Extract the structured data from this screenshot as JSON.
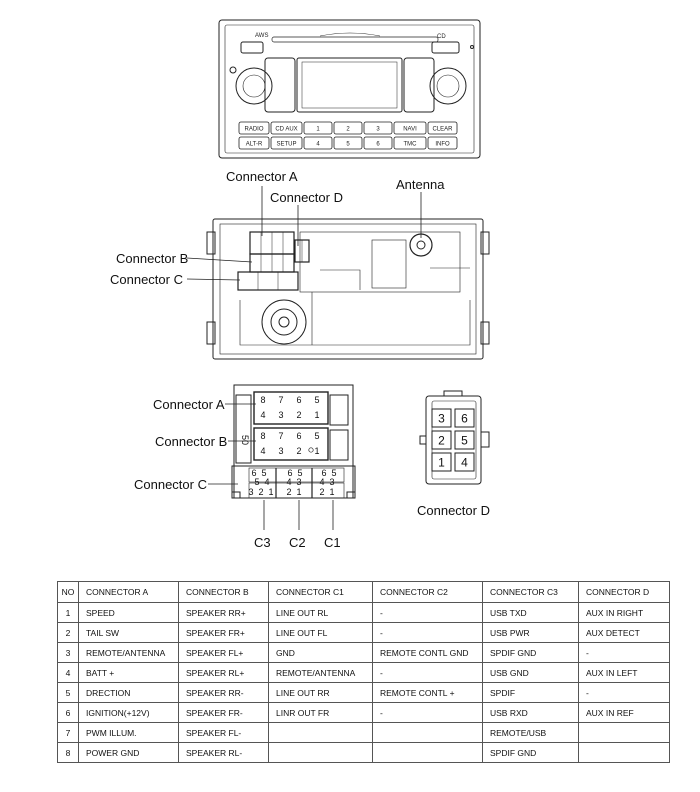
{
  "head_unit": {
    "brand_text": "AWS",
    "cd_text": "CD",
    "buttons_row1": [
      "RADIO",
      "CD AUX",
      "1",
      "2",
      "3",
      "NAVI",
      "CLEAR"
    ],
    "buttons_row2": [
      "ALT-R",
      "SETUP",
      "4",
      "5",
      "6",
      "TMC",
      "INFO"
    ]
  },
  "labels": {
    "connector_a": "Connector A",
    "connector_b": "Connector B",
    "connector_c": "Connector C",
    "connector_d": "Connector D",
    "antenna": "Antenna",
    "c1": "C1",
    "c2": "C2",
    "c3": "C3"
  },
  "connector_a_pins": {
    "top": [
      "8",
      "7",
      "6",
      "5"
    ],
    "bottom": [
      "4",
      "3",
      "2",
      "1"
    ]
  },
  "connector_b_pins": {
    "top": [
      "8",
      "7",
      "6",
      "5"
    ],
    "bottom": [
      "4",
      "3",
      "2",
      "1"
    ]
  },
  "connector_c_pins": {
    "c3": {
      "top": [
        "6",
        "5"
      ],
      "middle": [
        "5",
        "4"
      ],
      "bottom": [
        "3",
        "2",
        "1"
      ]
    },
    "c2": {
      "top": [
        "6",
        "5"
      ],
      "middle": [
        "4",
        "3"
      ],
      "bottom": [
        "2",
        "1"
      ]
    },
    "c1": {
      "top": [
        "6",
        "5"
      ],
      "middle": [
        "4",
        "3"
      ],
      "bottom": [
        "2",
        "1"
      ]
    }
  },
  "connector_b_side_text": "50",
  "connector_d_pins": [
    [
      "3",
      "6"
    ],
    [
      "2",
      "5"
    ],
    [
      "1",
      "4"
    ]
  ],
  "table": {
    "headers": [
      "NO",
      "CONNECTOR A",
      "CONNECTOR B",
      "CONNECTOR C1",
      "CONNECTOR C2",
      "CONNECTOR C3",
      "CONNECTOR D"
    ],
    "rows": [
      [
        "1",
        "SPEED",
        "SPEAKER RR+",
        "LINE OUT RL",
        "-",
        "USB TXD",
        "AUX IN RIGHT"
      ],
      [
        "2",
        "TAIL SW",
        "SPEAKER FR+",
        "LINE OUT FL",
        "-",
        "USB PWR",
        "AUX DETECT"
      ],
      [
        "3",
        "REMOTE/ANTENNA",
        "SPEAKER FL+",
        "GND",
        "REMOTE CONTL GND",
        "SPDIF GND",
        "-"
      ],
      [
        "4",
        "BATT +",
        "SPEAKER RL+",
        "REMOTE/ANTENNA",
        "-",
        "USB GND",
        "AUX IN LEFT"
      ],
      [
        "5",
        "DRECTION",
        "SPEAKER RR-",
        "LINE OUT RR",
        "REMOTE CONTL +",
        "SPDIF",
        "-"
      ],
      [
        "6",
        "IGNITION(+12V)",
        "SPEAKER FR-",
        "LINR OUT FR",
        "-",
        "USB RXD",
        "AUX IN REF"
      ],
      [
        "7",
        "PWM ILLUM.",
        "SPEAKER FL-",
        "",
        "",
        "REMOTE/USB",
        ""
      ],
      [
        "8",
        "POWER GND",
        "SPEAKER RL-",
        "",
        "",
        "SPDIF GND",
        ""
      ]
    ]
  }
}
